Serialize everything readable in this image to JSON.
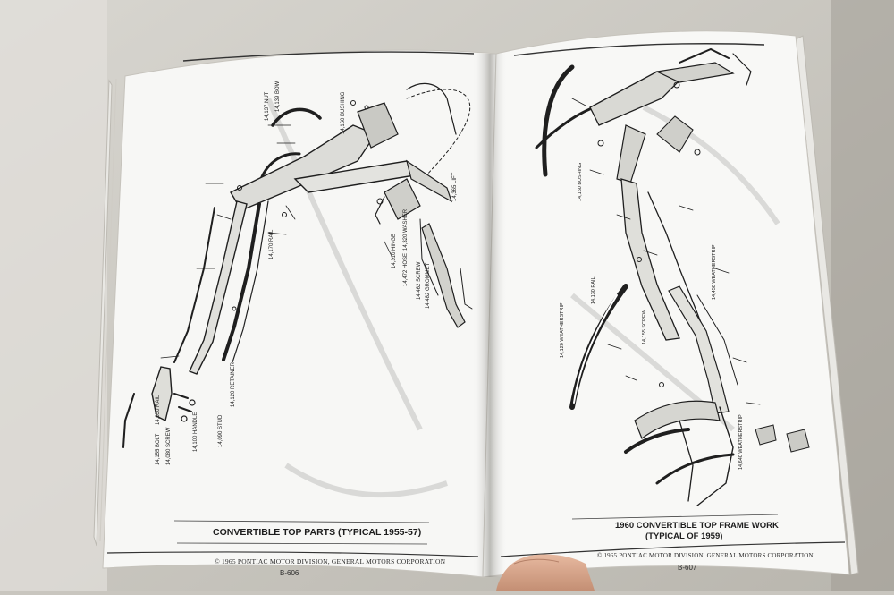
{
  "left_page": {
    "caption": "CONVERTIBLE TOP PARTS (TYPICAL 1955-57)",
    "footer": "© 1965 PONTIAC MOTOR DIVISION, GENERAL MOTORS CORPORATION",
    "page_number": "B-606",
    "part_labels": [
      "14,050 RAIL",
      "14,155 BOLT",
      "14,080 SCREW",
      "14,090 STUD",
      "14,120 RETAINER",
      "14,100 HANDLE",
      "14,310 HINGE",
      "14,320 WASHER",
      "14,160 BUSHING",
      "14,462 SCREW",
      "14,482 GROMMET",
      "14,472 HOSE",
      "14,137 NUT",
      "14,139 BOW",
      "14,170 RAIL",
      "14,365 LIFT"
    ]
  },
  "right_page": {
    "caption_line1": "1960 CONVERTIBLE TOP FRAME WORK",
    "caption_line2": "(TYPICAL OF 1959)",
    "footer": "© 1965 PONTIAC MOTOR DIVISION, GENERAL MOTORS CORPORATION",
    "page_number": "B-607",
    "part_labels": [
      "14,120 WEATHERSTRIP",
      "14,130 RAIL",
      "14,155 SCREW",
      "14,160 BUSHING",
      "14,450 WEATHERSTRIP",
      "14,640 WEATHERSTRIP"
    ]
  }
}
